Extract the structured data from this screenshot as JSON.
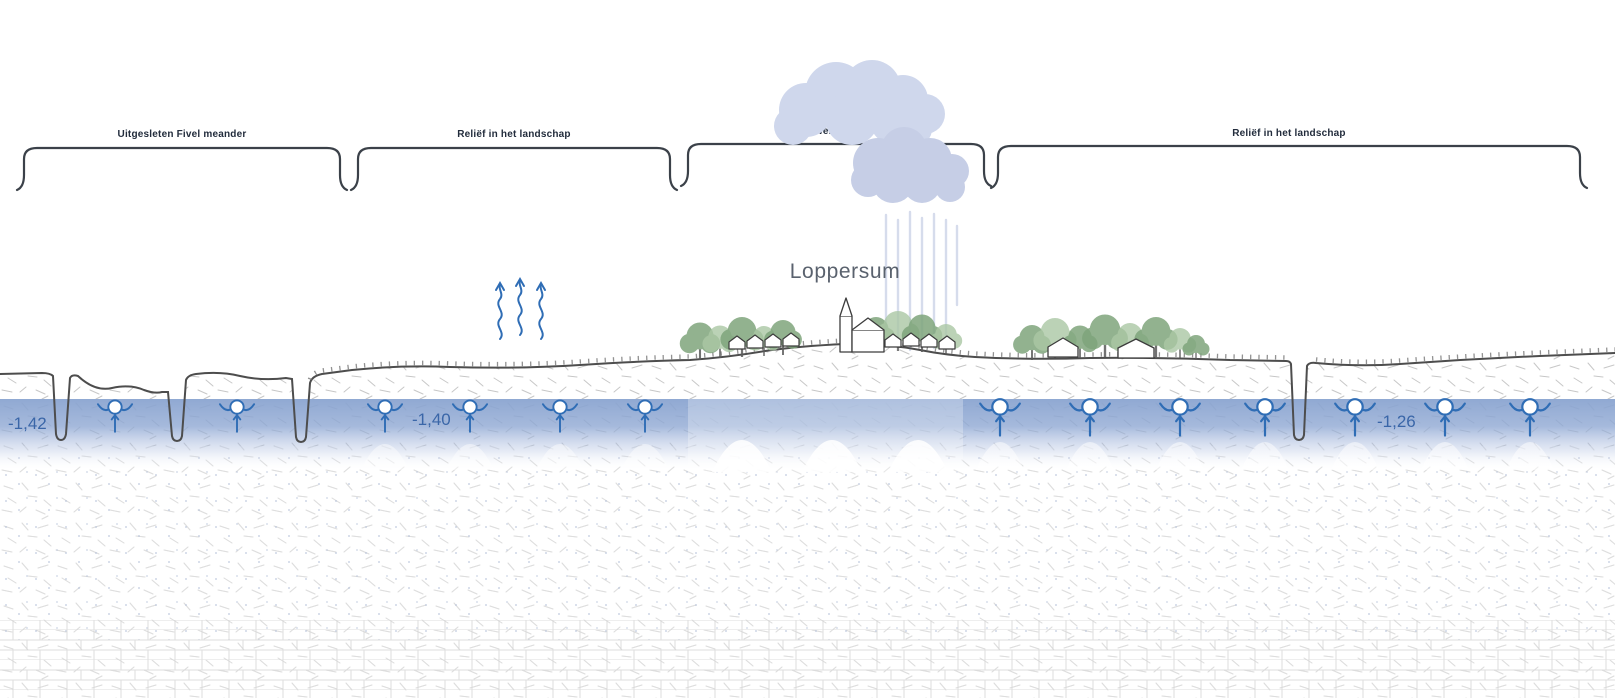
{
  "diagram": {
    "place_label": "Loppersum",
    "sections": [
      {
        "label": "Uitgesleten Fivel meander"
      },
      {
        "label": "Reliëf in het landschap"
      },
      {
        "label": "Kwelderwal"
      },
      {
        "label": "Reliëf in het landschap"
      }
    ],
    "water_levels": {
      "left": "-1,42",
      "middle": "-1,40",
      "right": "-1,26"
    },
    "colors": {
      "water": "#8aa4d0",
      "marker_blue": "#2f6db5",
      "cloud": "#cfd7ec",
      "rain": "#c9d1e6",
      "tree_dark": "#7fa57c",
      "tree_light": "#abc8a5",
      "ground_line": "#4d4d4d",
      "section_label_text": "#222c3c",
      "place_text": "#5a626e",
      "level_text": "#3a66a8"
    }
  }
}
